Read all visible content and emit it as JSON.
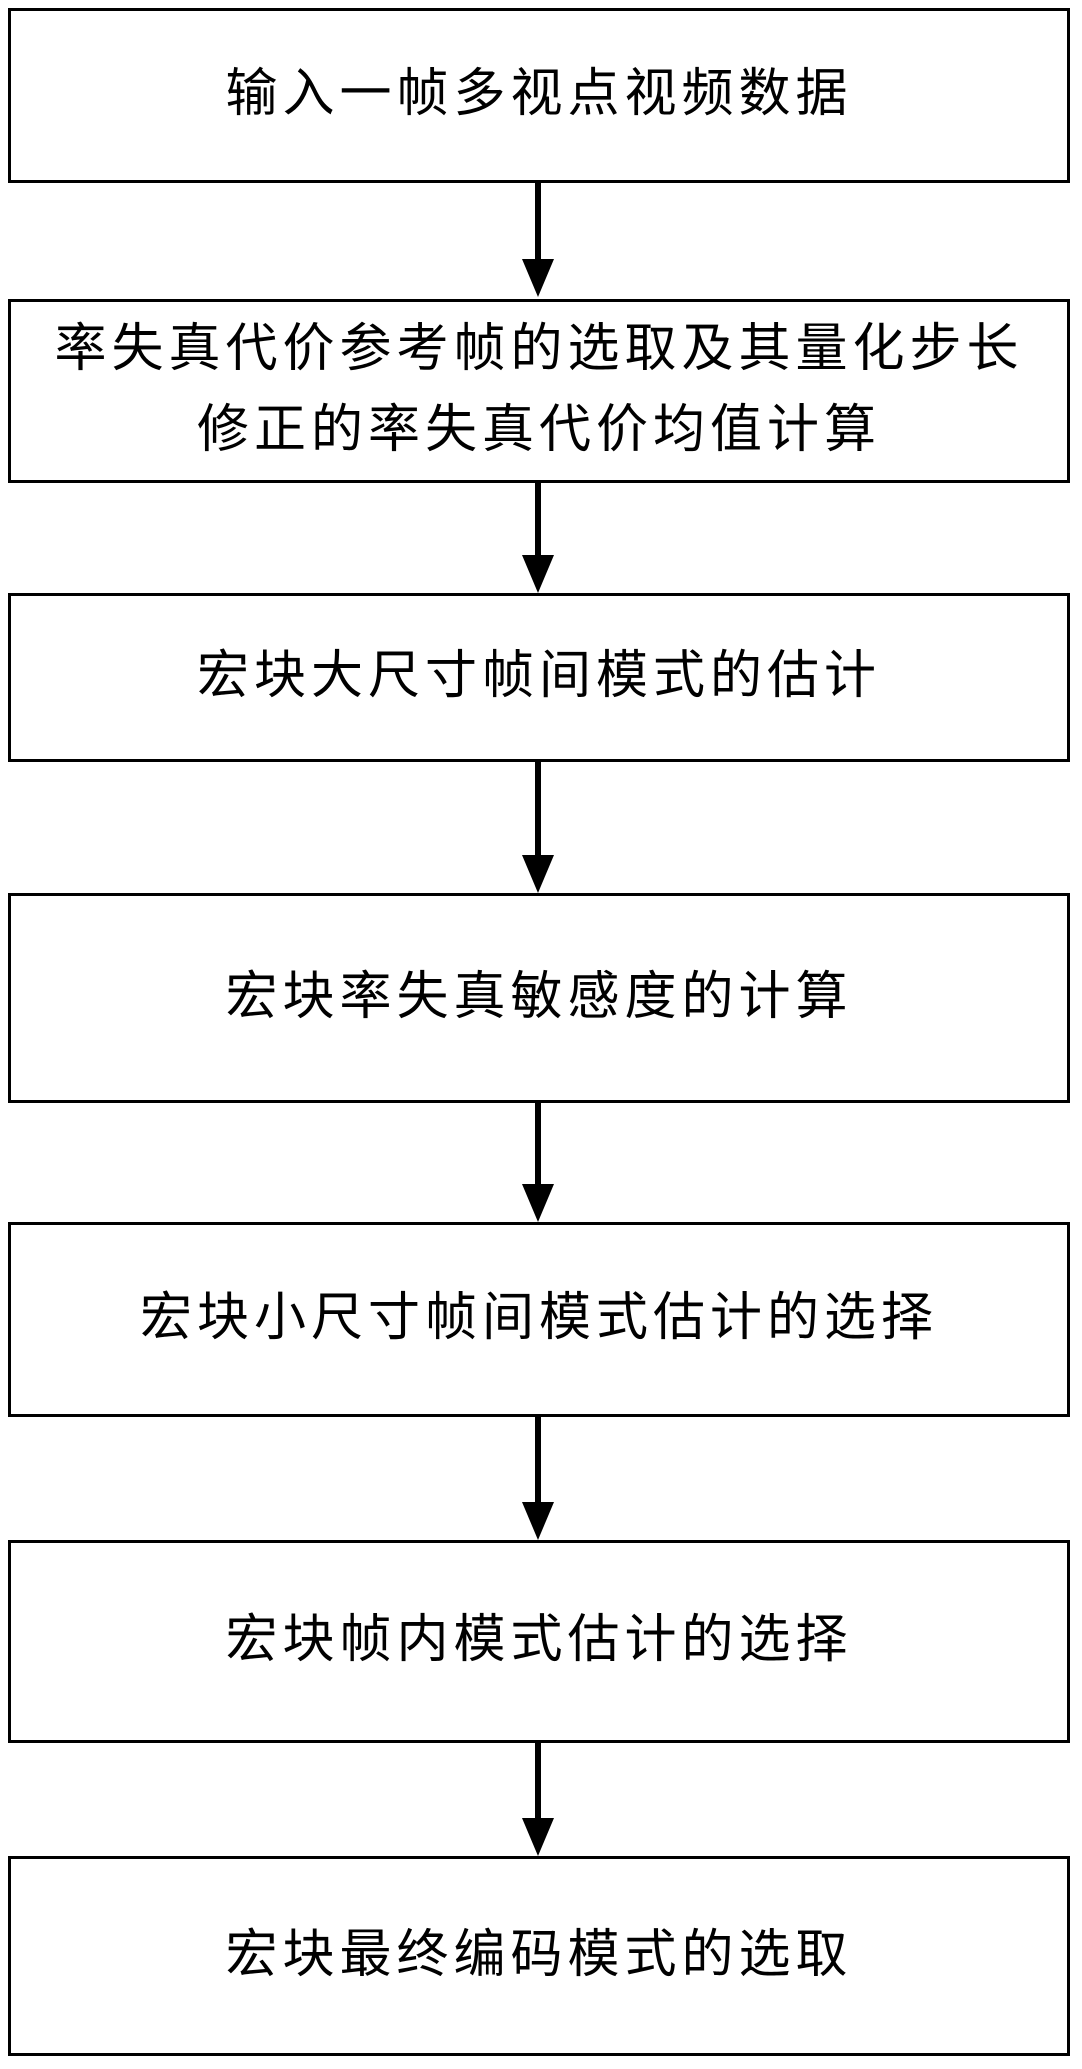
{
  "diagram": {
    "type": "flowchart",
    "background_color": "#ffffff",
    "line_color": "#000000",
    "boxes": [
      {
        "step": 1,
        "lines": [
          "输入一帧多视点视频数据"
        ]
      },
      {
        "step": 2,
        "lines": [
          "率失真代价参考帧的选取及其量化步长",
          "修正的率失真代价均值计算"
        ]
      },
      {
        "step": 3,
        "lines": [
          "宏块大尺寸帧间模式的估计"
        ]
      },
      {
        "step": 4,
        "lines": [
          "宏块率失真敏感度的计算"
        ]
      },
      {
        "step": 5,
        "lines": [
          "宏块小尺寸帧间模式估计的选择"
        ]
      },
      {
        "step": 6,
        "lines": [
          "宏块帧内模式估计的选择"
        ]
      },
      {
        "step": 7,
        "lines": [
          "宏块最终编码模式的选取"
        ]
      }
    ],
    "connector": "down-arrow"
  }
}
